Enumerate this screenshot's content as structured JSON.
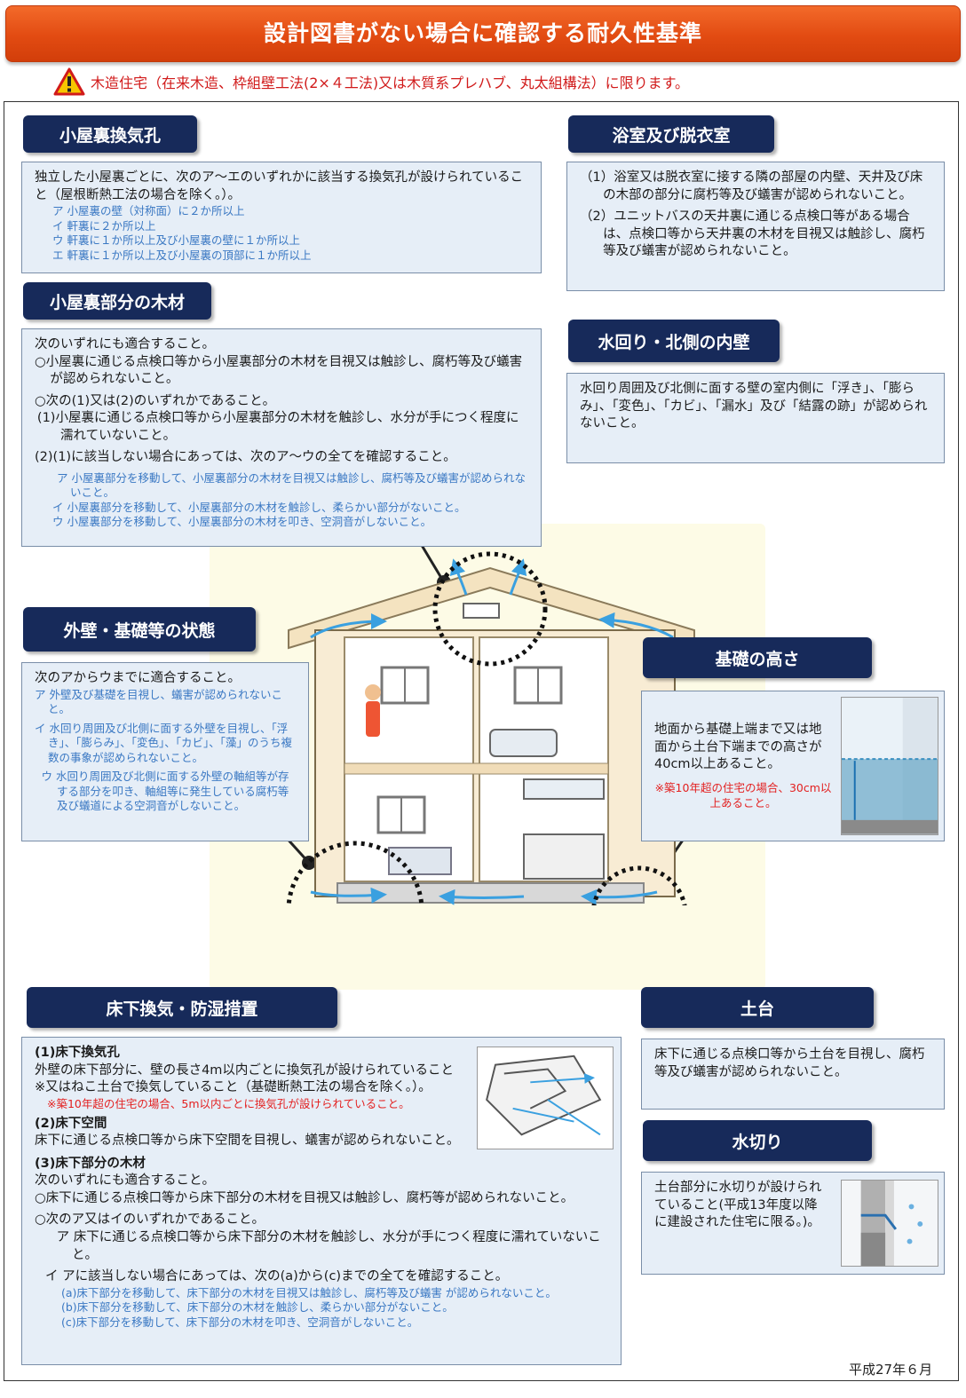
{
  "title": "設計図書がない場合に確認する耐久性基準",
  "warning": "木造住宅（在来木造、枠組壁工法(2×４工法)又は木質系プレハブ、丸太組構法）に限ります。",
  "attic_vent": {
    "heading": "小屋裏換気孔",
    "text": "独立した小屋裏ごとに、次のア～エのいずれかに該当する換気孔が設けられていること（屋根断熱工法の場合を除く。）。",
    "items": [
      "ア 小屋裏の壁（対称面）に２か所以上",
      "イ 軒裏に２か所以上",
      "ウ 軒裏に１か所以上及び小屋裏の壁に１か所以上",
      "エ 軒裏に１か所以上及び小屋裏の頂部に１か所以上"
    ]
  },
  "attic_wood": {
    "heading": "小屋裏部分の木材",
    "intro": "次のいずれにも適合すること。",
    "c1": "○小屋裏に通じる点検口等から小屋裏部分の木材を目視又は触診し、腐朽等及び蟻害が認められないこと。",
    "c2": "○次の(1)又は(2)のいずれかであること。",
    "c2_1": "(1)小屋裏に通じる点検口等から小屋裏部分の木材を触診し、水分が手につく程度に濡れていないこと。",
    "c2_2": "(2)(1)に該当しない場合にあっては、次のア～ウの全てを確認すること。",
    "items": [
      "ア 小屋裏部分を移動して、小屋裏部分の木材を目視又は触診し、腐朽等及び蟻害が認められないこと。",
      "イ 小屋裏部分を移動して、小屋裏部分の木材を触診し、柔らかい部分がないこと。",
      "ウ 小屋裏部分を移動して、小屋裏部分の木材を叩き、空洞音がしないこと。"
    ]
  },
  "bathroom": {
    "heading": "浴室及び脱衣室",
    "p1": "（1）浴室又は脱衣室に接する隣の部屋の内壁、天井及び床の木部の部分に腐朽等及び蟻害が認められないこと。",
    "p2": "（2）ユニットバスの天井裏に通じる点検口等がある場合は、点検口等から天井裏の木材を目視又は触診し、腐朽等及び蟻害が認められないこと。"
  },
  "inner_wall": {
    "heading": "水回り・北側の内壁",
    "text": "水回り周囲及び北側に面する壁の室内側に「浮き」、「膨らみ」、「変色」、「カビ」、「漏水」及び「結露の跡」が認められないこと。"
  },
  "exterior": {
    "heading": "外壁・基礎等の状態",
    "intro": "次のアからウまでに適合すること。",
    "items": [
      "ア 外壁及び基礎を目視し、蟻害が認められないこと。",
      "イ 水回り周囲及び北側に面する外壁を目視し、「浮き」、「膨らみ」、「変色」、「カビ」、「藻」のうち複数の事象が認められないこと。",
      "ウ 水回り周囲及び北側に面する外壁の軸組等が存する部分を叩き、軸組等に発生している腐朽等及び蟻道による空洞音がしないこと。"
    ]
  },
  "foundation": {
    "heading": "基礎の高さ",
    "text": "地面から基礎上端まで又は地面から土台下端までの高さが40cm以上あること。",
    "note": "※築10年超の住宅の場合、30cm以上あること。"
  },
  "underfloor": {
    "heading": "床下換気・防湿措置",
    "s1_title": "(1)床下換気孔",
    "s1_text": "外壁の床下部分に、壁の長さ4m以内ごとに換気孔が設けられていること※又はねこ土台で換気していること（基礎断熱工法の場合を除く。）。",
    "s1_note": "※築10年超の住宅の場合、5m以内ごとに換気孔が設けられていること。",
    "s2_title": "(2)床下空間",
    "s2_text": "床下に通じる点検口等から床下空間を目視し、蟻害が認められないこと。",
    "s3_title": "(3)床下部分の木材",
    "s3_intro": "次のいずれにも適合すること。",
    "s3_c1": "○床下に通じる点検口等から床下部分の木材を目視又は触診し、腐朽等が認められないこと。",
    "s3_c2": "○次のア又はイのいずれかであること。",
    "s3_a": "ア 床下に通じる点検口等から床下部分の木材を触診し、水分が手につく程度に濡れていないこと。",
    "s3_b": "イ アに該当しない場合にあっては、次の(a)から(c)までの全てを確認すること。",
    "s3_items": [
      "(a)床下部分を移動して、床下部分の木材を目視又は触診し、腐朽等及び蟻害 が認められないこと。",
      "(b)床下部分を移動して、床下部分の木材を触診し、柔らかい部分がないこと。",
      "(c)床下部分を移動して、床下部分の木材を叩き、空洞音がしないこと。"
    ]
  },
  "sill": {
    "heading": "土台",
    "text": "床下に通じる点検口等から土台を目視し、腐朽等及び蟻害が認められないこと。"
  },
  "drip": {
    "heading": "水切り",
    "text": "土台部分に水切りが設けられていること(平成13年度以降に建設された住宅に限る。)。"
  },
  "date": "平成27年６月",
  "colors": {
    "heading_bg": "#172a5a",
    "box_bg": "#e6eef7",
    "banner": "#e24b12",
    "note_blue": "#3a78c3",
    "note_red": "#e32020"
  }
}
